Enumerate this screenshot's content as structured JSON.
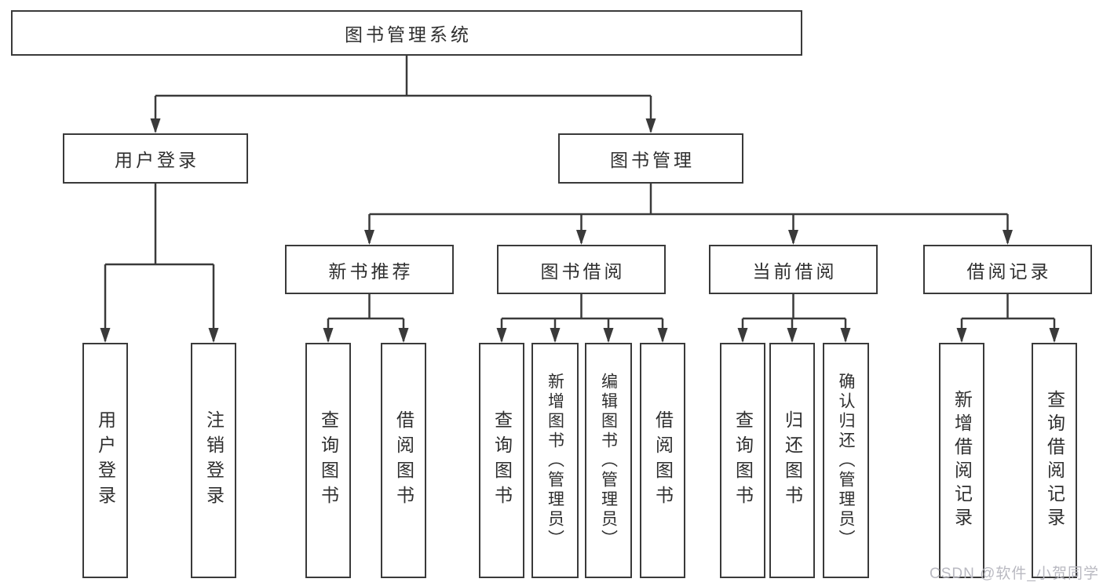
{
  "diagram": {
    "type": "hierarchy-tree",
    "root": {
      "label": "图书管理系统"
    },
    "level2": [
      {
        "label": "用户登录"
      },
      {
        "label": "图书管理"
      }
    ],
    "level3": [
      {
        "label": "新书推荐",
        "parent": "图书管理"
      },
      {
        "label": "图书借阅",
        "parent": "图书管理"
      },
      {
        "label": "当前借阅",
        "parent": "图书管理"
      },
      {
        "label": "借阅记录",
        "parent": "图书管理"
      }
    ],
    "leaves": [
      {
        "label": "用户登录",
        "parent": "用户登录"
      },
      {
        "label": "注销登录",
        "parent": "用户登录"
      },
      {
        "label": "查询图书",
        "parent": "新书推荐"
      },
      {
        "label": "借阅图书",
        "parent": "新书推荐"
      },
      {
        "label": "查询图书",
        "parent": "图书借阅"
      },
      {
        "label": "新增图书（管理员）",
        "parent": "图书借阅"
      },
      {
        "label": "编辑图书（管理员）",
        "parent": "图书借阅"
      },
      {
        "label": "借阅图书",
        "parent": "图书借阅"
      },
      {
        "label": "查询图书",
        "parent": "当前借阅"
      },
      {
        "label": "归还图书",
        "parent": "当前借阅"
      },
      {
        "label": "确认归还（管理员）",
        "parent": "当前借阅"
      },
      {
        "label": "新增借阅记录",
        "parent": "借阅记录"
      },
      {
        "label": "查询借阅记录",
        "parent": "借阅记录"
      }
    ],
    "watermark": "CSDN @软件_小贺同学",
    "colors": {
      "line": "#3a3a3a",
      "text": "#2f2f2f",
      "watermark": "#b9b9c1",
      "background": "#ffffff"
    }
  }
}
